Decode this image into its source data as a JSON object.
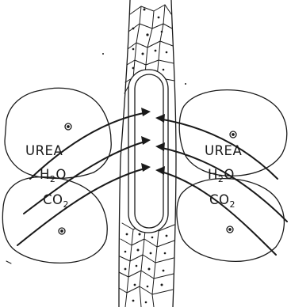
{
  "left_labels": {
    "urea": "UREA",
    "water_main": "H",
    "water_sub": "2",
    "water_tail": "O",
    "co2_main": "CO",
    "co2_sub": "2"
  },
  "right_labels": {
    "urea": "UREA",
    "water_main": "H",
    "water_sub": "2",
    "water_tail": "O",
    "co2_main": "CO",
    "co2_sub": "2"
  },
  "ink_color": "#1a1a1a",
  "paper_color": "#ffffff"
}
